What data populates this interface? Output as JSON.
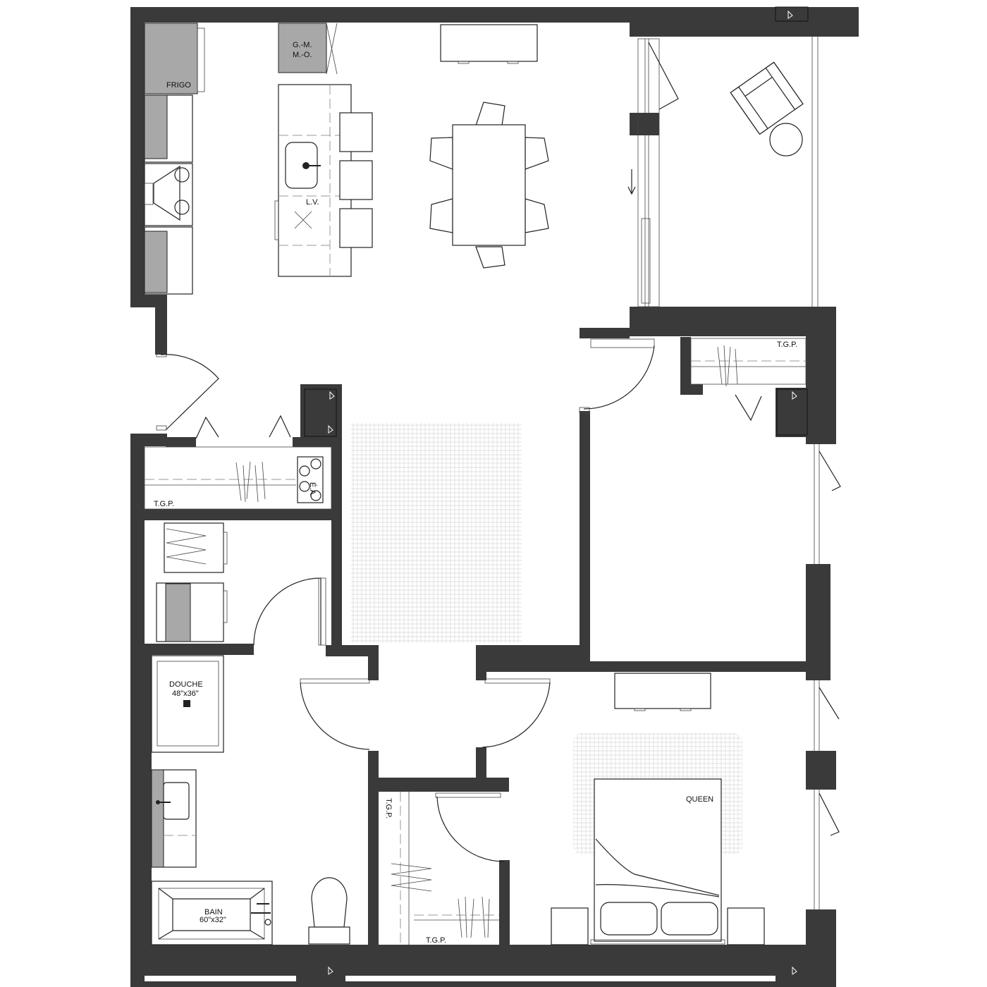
{
  "labels": {
    "frigo": "FRIGO",
    "gm": "G.-M.",
    "mo": "M.-O.",
    "lv": "L.V.",
    "tgp_entry": "T.G.P.",
    "tgp_bedroom2": "T.G.P.",
    "tgp_walkin_side": "T.G.P.",
    "tgp_walkin_bottom": "T.G.P.",
    "ea": "É.A.",
    "douche": "DOUCHE",
    "douche_size": "48\"x36\"",
    "bain": "BAIN",
    "bain_size": "60\"x32\"",
    "queen": "QUEEN"
  },
  "colors": {
    "wall": "#3a3a3a",
    "appliance_grey": "#a8a8a8",
    "line": "#222222"
  }
}
